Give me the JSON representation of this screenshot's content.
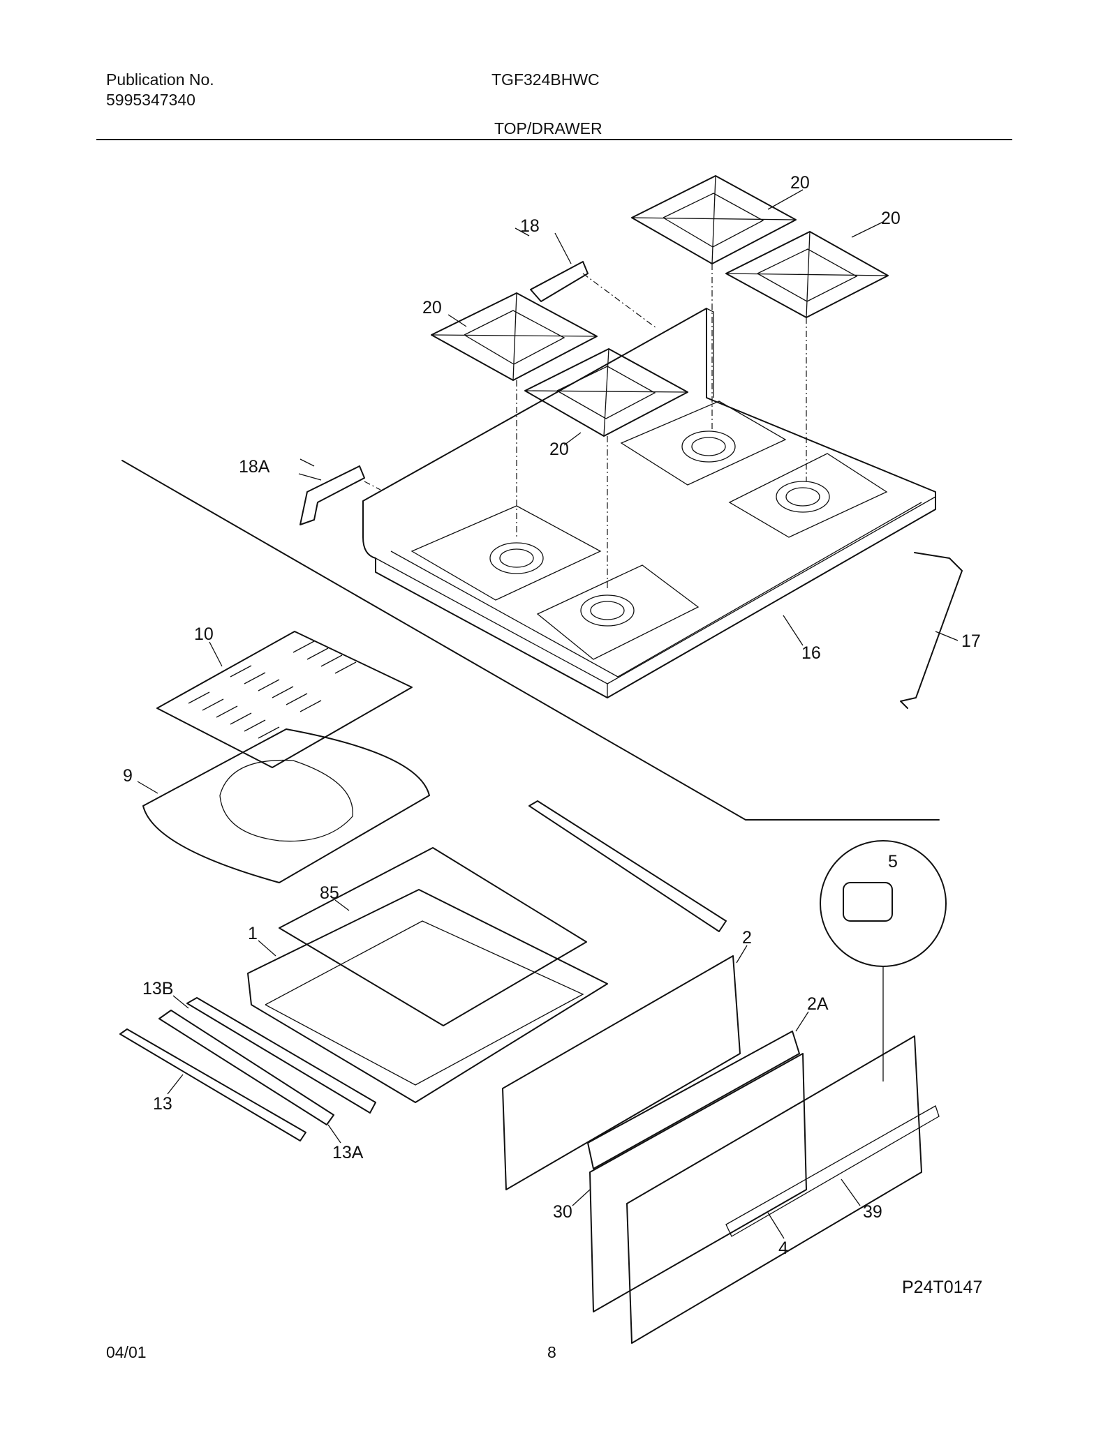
{
  "header": {
    "publication_label": "Publication No.",
    "publication_number": "5995347340",
    "model": "TGF324BHWC",
    "section_title": "TOP/DRAWER"
  },
  "diagram": {
    "figure_id": "P24T0147",
    "callouts": {
      "grate_a": "20",
      "grate_b": "20",
      "grate_c": "20",
      "grate_d": "20",
      "bracket_right": "18",
      "bracket_left": "18A",
      "cooktop": "16",
      "wire": "17",
      "broiler_rack": "10",
      "broiler_pan": "9",
      "drawer_liner_rack": "85",
      "drawer_body": "1",
      "slide_rail_upper": "13B",
      "slide_rail": "13",
      "slide_rail_lower": "13A",
      "rail_right": "2",
      "panel": "2A",
      "knob": "5",
      "drawer_front_back": "30",
      "handle": "39",
      "drawer_front": "4"
    }
  },
  "footer": {
    "date": "04/01",
    "page_number": "8"
  }
}
